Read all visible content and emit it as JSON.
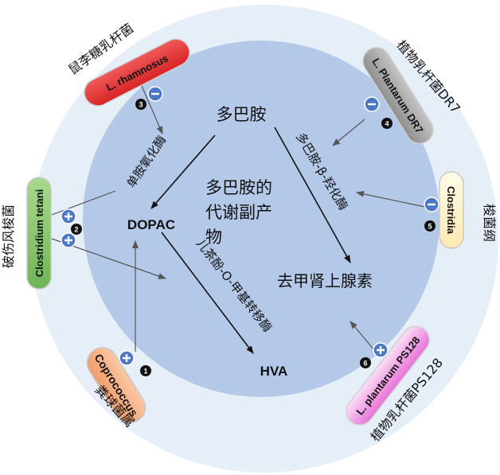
{
  "center": {
    "title_line1": "多巴胺的",
    "title_line2": "代谢副产",
    "title_line3": "物"
  },
  "metabolites": {
    "dopamine": "多巴胺",
    "dopac": "DOPAC",
    "hva": "HVA",
    "norepinephrine": "去甲肾上腺素"
  },
  "enzymes": {
    "mao": "单胺氧化酶",
    "comt": "儿茶酚-O-甲基转移酶",
    "dbh": "多巴胺-β-羟化酶"
  },
  "bacteria": [
    {
      "id": 1,
      "latin": "Coprococcus",
      "chinese": "粪球菌属",
      "effect": "+",
      "marker": "1"
    },
    {
      "id": 2,
      "latin": "Clostridium tetani",
      "chinese": "破伤风梭菌",
      "effect": "+",
      "marker": "2"
    },
    {
      "id": 3,
      "latin": "L. rhamnosus",
      "chinese": "鼠李糖乳杆菌",
      "effect": "-",
      "marker": "3"
    },
    {
      "id": 4,
      "latin": "L. Plantarum DR7",
      "chinese": "植物乳杆菌DR7",
      "effect": "-",
      "marker": "4"
    },
    {
      "id": 5,
      "latin": "Clostridia",
      "chinese": "梭菌纲",
      "effect": "-",
      "marker": "5"
    },
    {
      "id": 6,
      "latin": "L. plantarum PS128",
      "chinese": "植物乳杆菌PS128",
      "effect": "+",
      "marker": "6"
    }
  ],
  "colors": {
    "outer_ring": "#e6eef8",
    "inner_circle": "#b4c9e8",
    "sign_fill": "#4a78c6",
    "coprococcus": "#f4a77a",
    "clostridium_tetani": "#8cc96e",
    "rhamnosus": "#e83636",
    "dr7": "#a6a6a6",
    "clostridia": "#fff3c9",
    "ps128": "#f090e2"
  },
  "icons": {
    "plus": "plus-circle-icon",
    "minus": "minus-circle-icon"
  }
}
